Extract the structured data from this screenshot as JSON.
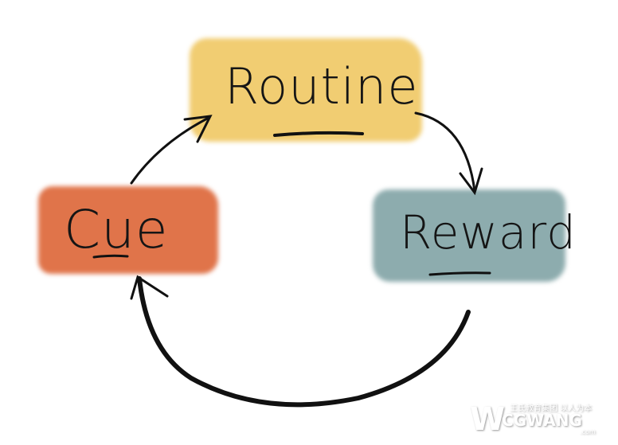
{
  "nodes": {
    "routine": {
      "label": "Routine",
      "color": "#f1cd72"
    },
    "cue": {
      "label": "Cue",
      "color": "#e0744a"
    },
    "reward": {
      "label": "Reward",
      "color": "#8dacae"
    }
  },
  "edges": [
    {
      "from": "cue",
      "to": "routine"
    },
    {
      "from": "routine",
      "to": "reward"
    },
    {
      "from": "reward",
      "to": "cue"
    }
  ],
  "watermark": {
    "slogan": "王氏教育集团 以人为本",
    "brand": "CGWANG",
    "suffix": ".com"
  }
}
